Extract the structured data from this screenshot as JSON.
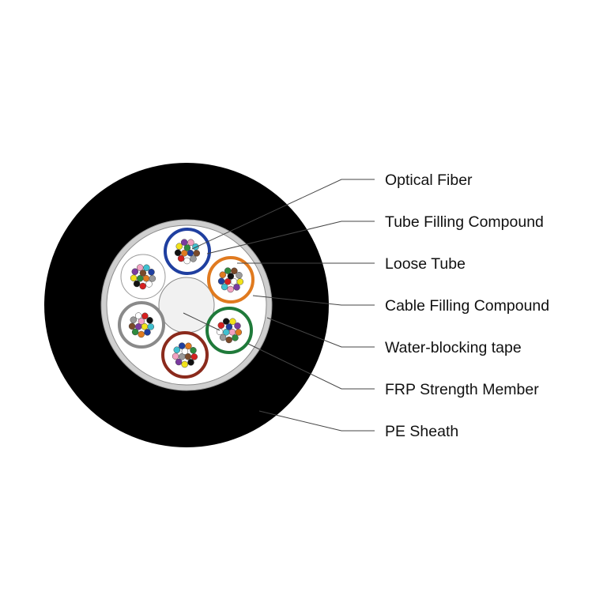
{
  "labels": [
    {
      "id": "optical-fiber",
      "text": "Optical Fiber"
    },
    {
      "id": "tube-filling-compound",
      "text": "Tube Filling Compound"
    },
    {
      "id": "loose-tube",
      "text": "Loose Tube"
    },
    {
      "id": "cable-filling-compound",
      "text": "Cable Filling Compound"
    },
    {
      "id": "water-blocking-tape",
      "text": "Water-blocking tape"
    },
    {
      "id": "frp-strength-member",
      "text": "FRP Strength Member"
    },
    {
      "id": "pe-sheath",
      "text": "PE Sheath"
    }
  ],
  "colors": {
    "sheath": "#000000",
    "tape": "#cfcfcf",
    "filling": "#ffffff",
    "strength_member": "#f1f1f1",
    "leader": "#444444"
  },
  "tube_colors": [
    "#1f3fa0",
    "#e07a1f",
    "#1f7a3a",
    "#8b2a1c",
    "#8a8a8a",
    "#ffffff"
  ],
  "fiber_colors": [
    "#1f3fa0",
    "#e07a1f",
    "#2e8b3e",
    "#7a4a2a",
    "#9a9a9a",
    "#ffffff",
    "#d62020",
    "#111111",
    "#f2e21a",
    "#7a3aa0",
    "#f2a0c0",
    "#40c0d0"
  ]
}
